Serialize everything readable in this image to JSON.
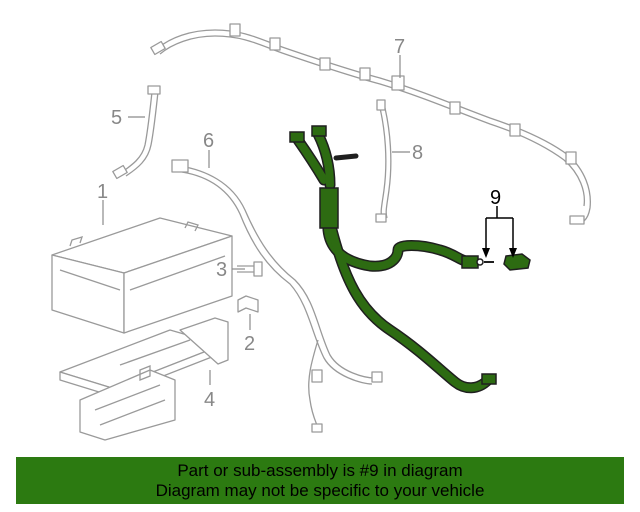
{
  "callouts": {
    "c1": "1",
    "c2": "2",
    "c3": "3",
    "c4": "4",
    "c5": "5",
    "c6": "6",
    "c7": "7",
    "c8": "8",
    "c9": "9"
  },
  "highlight_color": "#2c7a11",
  "banner": {
    "line1": "Part or sub-assembly is #9 in diagram",
    "line2": "Diagram may not be specific to your vehicle"
  }
}
